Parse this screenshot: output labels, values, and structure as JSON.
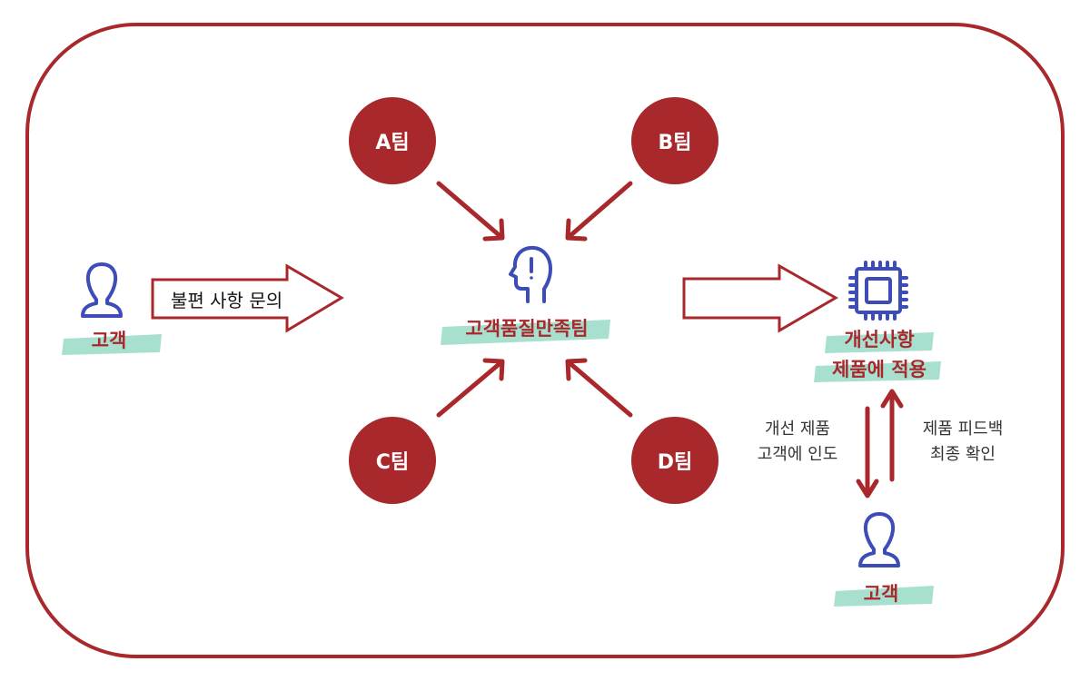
{
  "colors": {
    "frame": "#a8282c",
    "team": "#a8282c",
    "icon": "#3d4db7",
    "highlight": "#a8e0d0",
    "text_dark": "#111111"
  },
  "teams": {
    "a": "A팀",
    "b": "B팀",
    "c": "C팀",
    "d": "D팀"
  },
  "customer_left": {
    "icon": "person-icon",
    "label": "고객"
  },
  "inquiry_arrow": {
    "label": "불편 사항 문의"
  },
  "center": {
    "icon": "head-question-icon",
    "label": "고객품질만족팀"
  },
  "improvement": {
    "icon": "chip-icon",
    "line1": "개선사항",
    "line2": "제품에 적용"
  },
  "deliver": {
    "line1": "개선 제품",
    "line2": "고객에 인도"
  },
  "feedback": {
    "line1": "제품 피드백",
    "line2": "최종 확인"
  },
  "customer_bottom": {
    "icon": "person-icon",
    "label": "고객"
  }
}
